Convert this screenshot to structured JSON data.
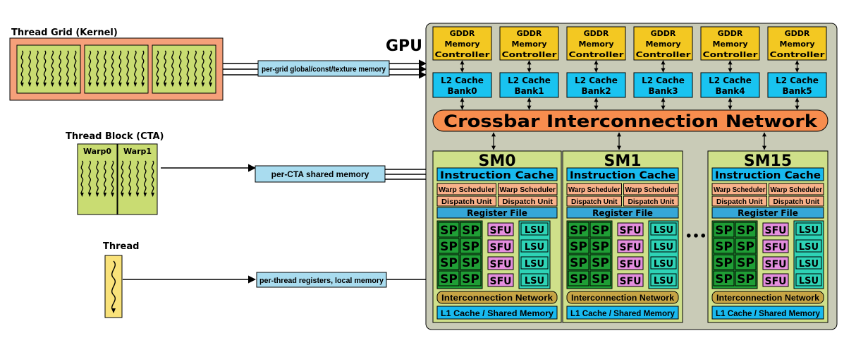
{
  "left": {
    "grid_label": "Thread Grid (Kernel)",
    "block_label": "Thread Block (CTA)",
    "warp0_label": "Warp0",
    "warp1_label": "Warp1",
    "thread_label": "Thread"
  },
  "memory_labels": {
    "grid": "per-grid global/const/texture memory",
    "cta": "per-CTA shared memory",
    "thread": "per-thread registers, local memory"
  },
  "gpu": {
    "title": "GPU",
    "memory_controllers": [
      {
        "line1": "GDDR",
        "line2": "Memory",
        "line3": "Controller"
      },
      {
        "line1": "GDDR",
        "line2": "Memory",
        "line3": "Controller"
      },
      {
        "line1": "GDDR",
        "line2": "Memory",
        "line3": "Controller"
      },
      {
        "line1": "GDDR",
        "line2": "Memory",
        "line3": "Controller"
      },
      {
        "line1": "GDDR",
        "line2": "Memory",
        "line3": "Controller"
      },
      {
        "line1": "GDDR",
        "line2": "Memory",
        "line3": "Controller"
      }
    ],
    "l2_banks": [
      {
        "line1": "L2 Cache",
        "line2": "Bank0"
      },
      {
        "line1": "L2 Cache",
        "line2": "Bank1"
      },
      {
        "line1": "L2 Cache",
        "line2": "Bank2"
      },
      {
        "line1": "L2 Cache",
        "line2": "Bank3"
      },
      {
        "line1": "L2 Cache",
        "line2": "Bank4"
      },
      {
        "line1": "L2 Cache",
        "line2": "Bank5"
      }
    ],
    "crossbar": "Crossbar Interconnection Network",
    "ellipsis": "•••",
    "sms": [
      {
        "name": "SM0"
      },
      {
        "name": "SM1"
      },
      {
        "name": "SM15"
      }
    ]
  },
  "sm_parts": {
    "instruction_cache": "Instruction Cache",
    "warp_scheduler": "Warp Scheduler",
    "dispatch_unit": "Dispatch Unit",
    "register_file": "Register File",
    "sp": "SP",
    "sfu": "SFU",
    "lsu": "LSU",
    "interconnect": "Interconnection Network",
    "l1": "L1 Cache / Shared Memory"
  },
  "colors": {
    "grid_fill": "#f5a07a",
    "warp_fill": "#c9dc72",
    "thread_fill": "#f9e27a",
    "mem_label_fill": "#a9dcef",
    "gpu_fill": "#c9cbb7",
    "mc_fill": "#f3c822",
    "l2_fill": "#19c3f0",
    "crossbar_fill": "#f78d4e",
    "sm_fill": "#cfe08a",
    "icache_fill": "#18b9ef",
    "sched_fill": "#f8b18a",
    "regfile_fill": "#35a7d8",
    "sp_fill": "#1f9e35",
    "sfu_fill": "#e48ede",
    "lsu_fill": "#2ed3b6",
    "icn_fill": "#c6a445",
    "l1_fill": "#18b9ef"
  }
}
